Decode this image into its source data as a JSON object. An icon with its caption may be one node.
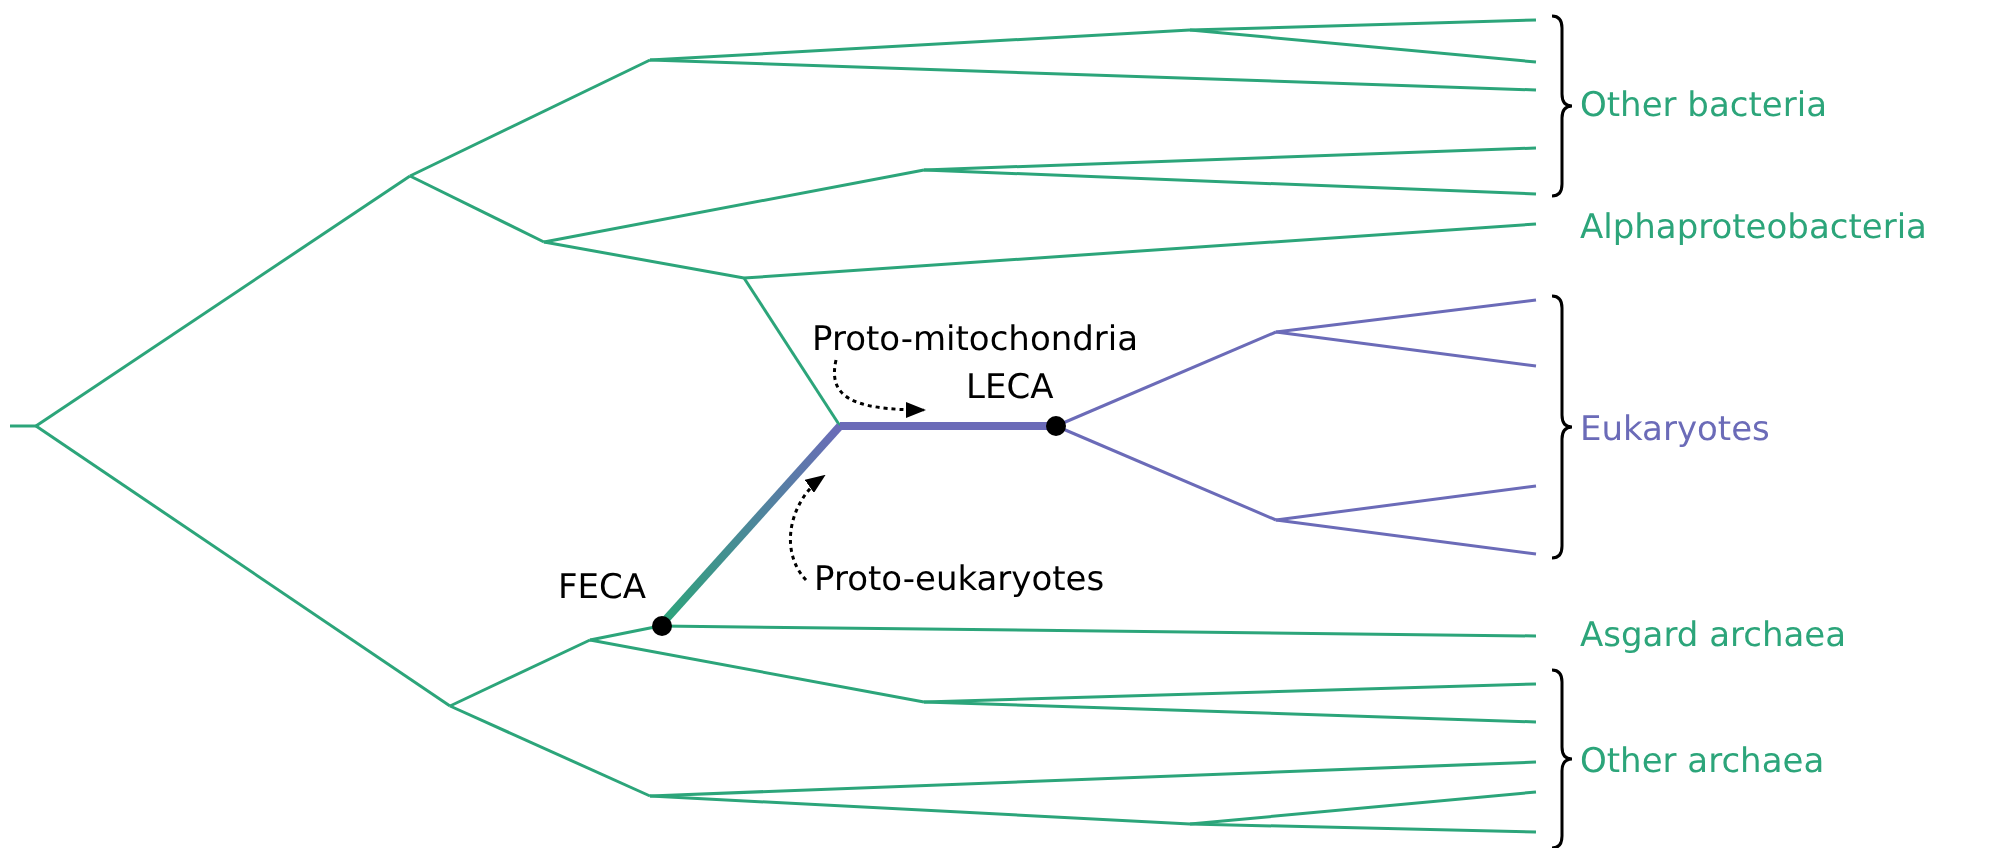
{
  "diagram": {
    "nodes": [
      {
        "text": [
          "Proto-mitochondria"
        ]
      },
      {
        "text": [
          "Proto-eukaryotes"
        ]
      },
      {
        "text": [],
        "shape": "circle",
        "beside": [
          "FECA"
        ]
      },
      {
        "text": [],
        "shape": "circle",
        "beside": [
          "LECA"
        ]
      }
    ],
    "edges": [
      {
        "from": 0,
        "to": null,
        "arrow": "to",
        "style": "dashed"
      },
      {
        "from": 1,
        "to": null,
        "arrow": "to",
        "style": "dashed"
      }
    ],
    "labels": [
      "Other bacteria",
      "Alphaproteobacteria",
      "Eukaryotes",
      "Asgard archaea",
      "Other archaea"
    ]
  }
}
